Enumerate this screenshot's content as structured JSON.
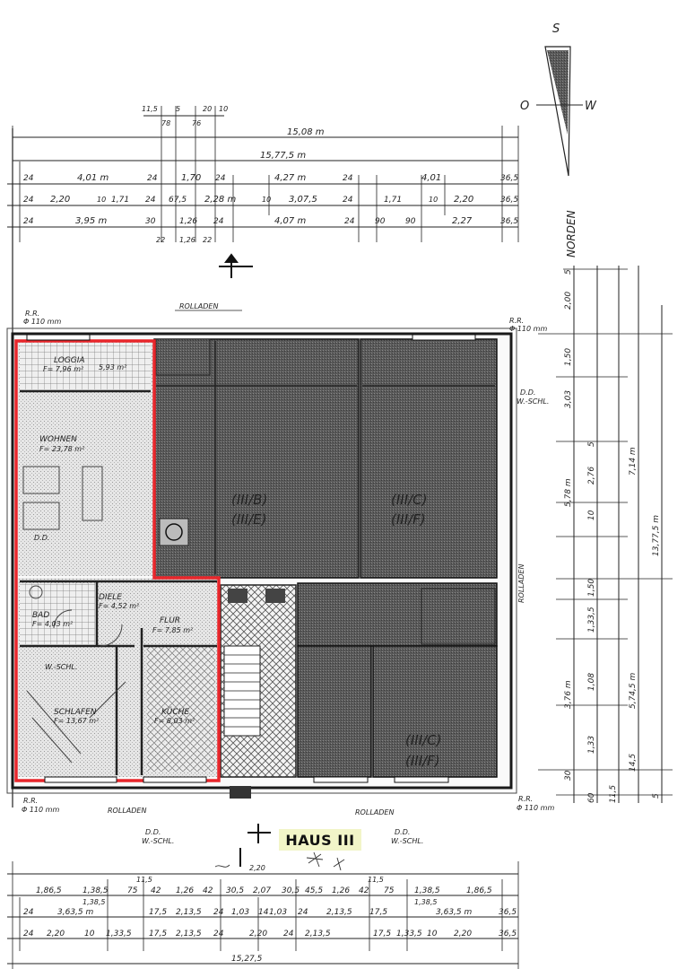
{
  "compass": {
    "south": "S",
    "east": "O",
    "west": "W",
    "north": "NORDEN"
  },
  "building_label": "HAUS III",
  "units": {
    "left": [
      "(III/B)",
      "(III/E)"
    ],
    "right": [
      "(III/C)",
      "(III/F)"
    ],
    "bottom": [
      "(III/C)",
      "(III/F)"
    ]
  },
  "rooms": {
    "loggia": "LOGGIA",
    "loggia_area": "F= 7,96 m²",
    "loggia_area2": "5,93 m²",
    "wohnen": "WOHNEN",
    "wohnen_area": "F= 23,78 m²",
    "diele": "DIELE",
    "diele_area": "F= 4,52 m²",
    "flur": "FLUR",
    "flur_area": "F= 7,85 m²",
    "bad": "BAD",
    "bad_area": "F= 4,03 m²",
    "schlafen": "SCHLAFEN",
    "schlafen_area": "F= 13,67 m²",
    "kueche": "KÜCHE",
    "kueche_area": "F= 8,03 m²",
    "dd_wschl": "D.D.",
    "wschl": "W.-SCHL."
  },
  "labels": {
    "rolladen_top": "ROLLADEN",
    "rolladen_bottom": "ROLLADEN",
    "rolladen_right": "ROLLADEN",
    "rolladen_small": "ROLLADEN",
    "rr_left_top": "R.R.",
    "rr_left_top_dim": "Φ 110 mm",
    "rr_right_top": "R.R.",
    "rr_right_top_dim": "Φ 110 mm",
    "rr_left_bottom": "R.R.",
    "rr_left_bottom_dim": "Φ 110 mm",
    "rr_right_bottom": "R.R.",
    "rr_right_bottom_dim": "Φ 110 mm",
    "dd_right": "D.D.",
    "wschl_right": "W.-SCHL.",
    "dd_bottom_left": "D.D.",
    "wschl_bottom_left": "W.-SCHL.",
    "dd_bottom_right": "D.D.",
    "wschl_bottom_right": "W.-SCHL."
  },
  "dims_top": {
    "row0": [
      "11,5",
      "5",
      "20",
      "10",
      "78",
      "76"
    ],
    "row1": "15,08 m",
    "row2": "15,77,5 m",
    "row3": [
      "24",
      "4,01 m",
      "24",
      "1,70",
      "24",
      "4,27 m",
      "24",
      "4,01",
      "36,5"
    ],
    "row4": [
      "24",
      "2,20",
      "10",
      "1,71",
      "24",
      "67,5",
      "2,28 m",
      "10",
      "3,07,5",
      "24",
      "1,71",
      "10",
      "2,20",
      "36,5"
    ],
    "row5": [
      "24",
      "3,95 m",
      "30",
      "1,26",
      "24",
      "4,07 m",
      "24",
      "90",
      "90",
      "2,27",
      "36,5"
    ],
    "row6": [
      "22",
      "1,26",
      "22"
    ]
  },
  "dims_right": [
    "5",
    "2,00",
    "1,50",
    "3,03",
    "5",
    "2,76",
    "10",
    "5,78 m",
    "7,14 m",
    "13,77,5 m",
    "1,50",
    "1,33,5",
    "1,08",
    "3,76 m",
    "5,74,5 m",
    "1,33",
    "30",
    "60",
    "11,5",
    "14,5",
    "5"
  ],
  "dims_bottom": {
    "row1": [
      "1,86,5",
      "1,38,5",
      "75",
      "42",
      "1,26",
      "42",
      "30,5",
      "2,07",
      "30,5",
      "45,5",
      "1,26",
      "42",
      "75",
      "1,38,5",
      "1,86,5"
    ],
    "row1b": [
      "11,5",
      "2,20",
      "11,5",
      "1,38,5",
      "1,38,5"
    ],
    "row2": [
      "24",
      "3,63,5 m",
      "17,5",
      "2,13,5",
      "24",
      "1,03",
      "14",
      "1,03",
      "24",
      "2,13,5",
      "17,5",
      "3,63,5 m",
      "36,5"
    ],
    "row3": [
      "24",
      "2,20",
      "10",
      "1,33,5",
      "17,5",
      "2,13,5",
      "24",
      "2,20",
      "24",
      "2,13,5",
      "17,5",
      "1,33,5",
      "10",
      "2,20",
      "36,5"
    ],
    "row4": "15,27,5"
  },
  "colors": {
    "hatch": "#4e4e4e",
    "hatch_light": "#c8c8c8",
    "line": "#1a1a1a",
    "highlight": "#e8262b",
    "label_bg": "#f2f5c8"
  }
}
